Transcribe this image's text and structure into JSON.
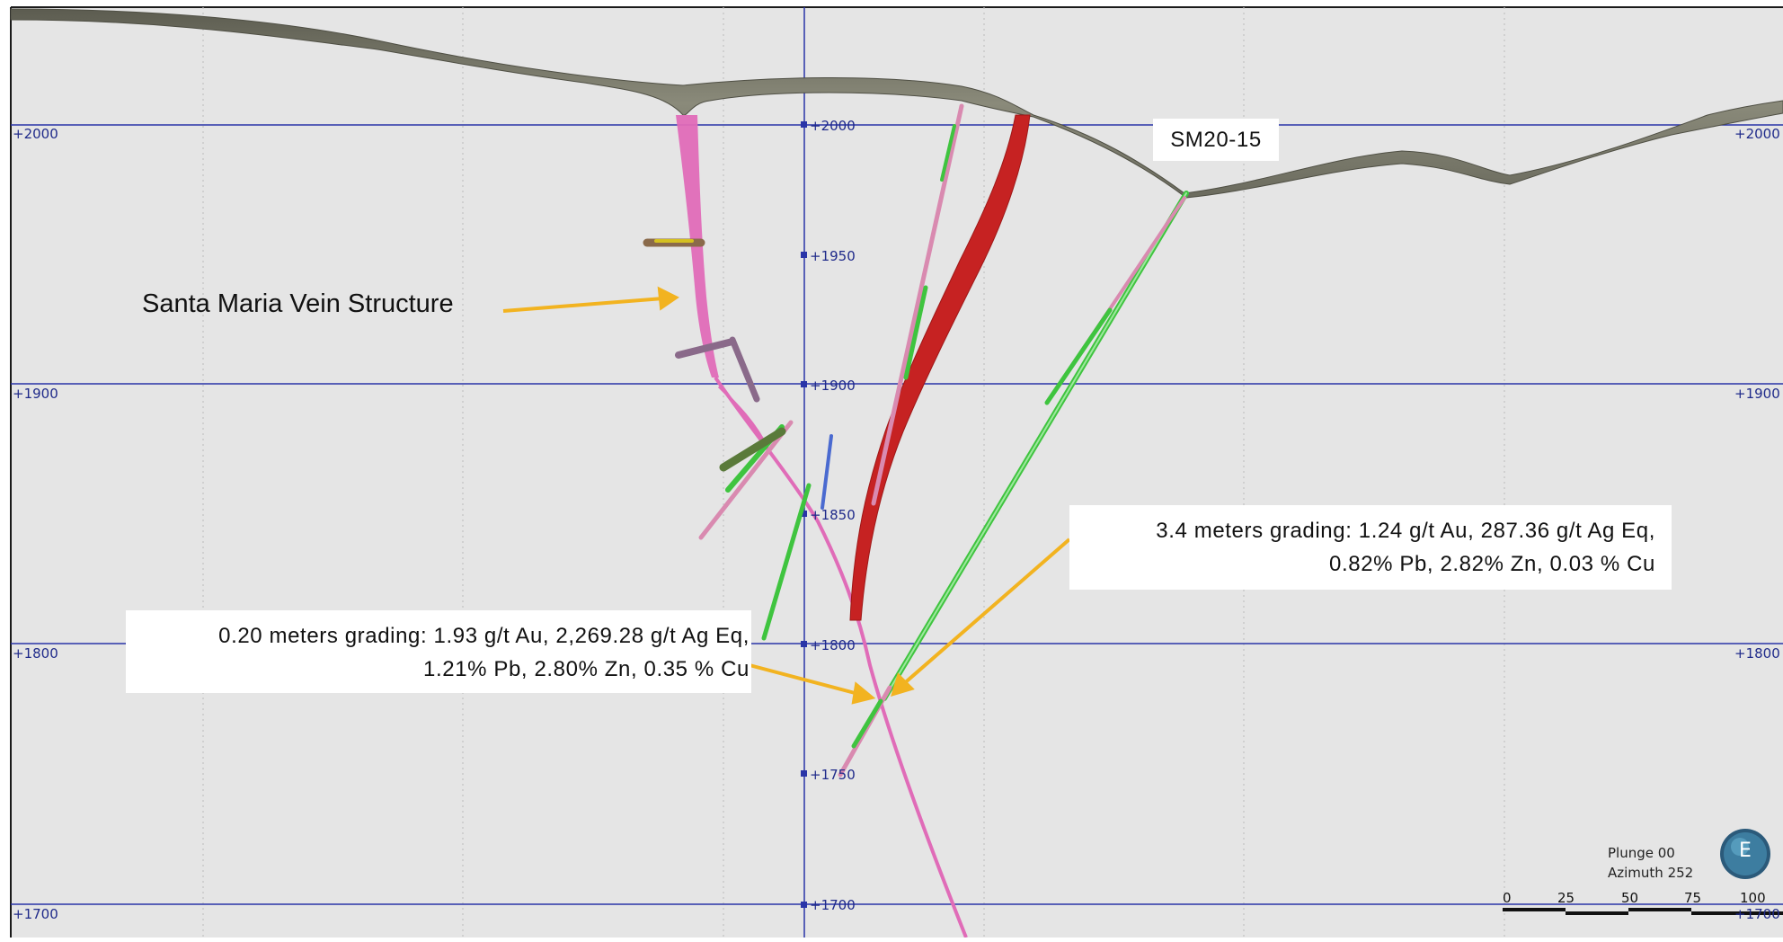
{
  "view": {
    "plunge": "Plunge 00",
    "azimuth": "Azimuth 252",
    "badge": "E"
  },
  "elevations": {
    "left": [
      "+2000",
      "+1900",
      "+1800",
      "+1700"
    ],
    "right": [
      "+2000",
      "+1900",
      "+1800",
      "+1700"
    ],
    "center": [
      "+2000",
      "+1950",
      "+1900",
      "+1850",
      "+1800",
      "+1750",
      "+1700"
    ]
  },
  "labels": {
    "drillhole": "SM20-15",
    "vein": "Santa Maria Vein Structure",
    "intercept_a": {
      "line1": "3.4 meters grading: 1.24 g/t Au, 287.36 g/t Ag Eq,",
      "line2": "0.82% Pb, 2.82% Zn, 0.03 % Cu"
    },
    "intercept_b": {
      "line1": "0.20 meters grading: 1.93 g/t Au, 2,269.28 g/t Ag Eq,",
      "line2": "1.21% Pb, 2.80% Zn, 0.35 % Cu"
    }
  },
  "scale_bar": {
    "ticks": [
      "0",
      "25",
      "50",
      "75",
      "100"
    ]
  },
  "colors": {
    "background": "#e5e5e5",
    "grid_major": "#2a35a8",
    "grid_minor": "#c4c4c4",
    "terrain": "#7a7a6c",
    "vein": "#e06cb8",
    "vein_dark": "#c62222",
    "drill_trace": "#3fc43f",
    "arrow": "#f2b320"
  }
}
